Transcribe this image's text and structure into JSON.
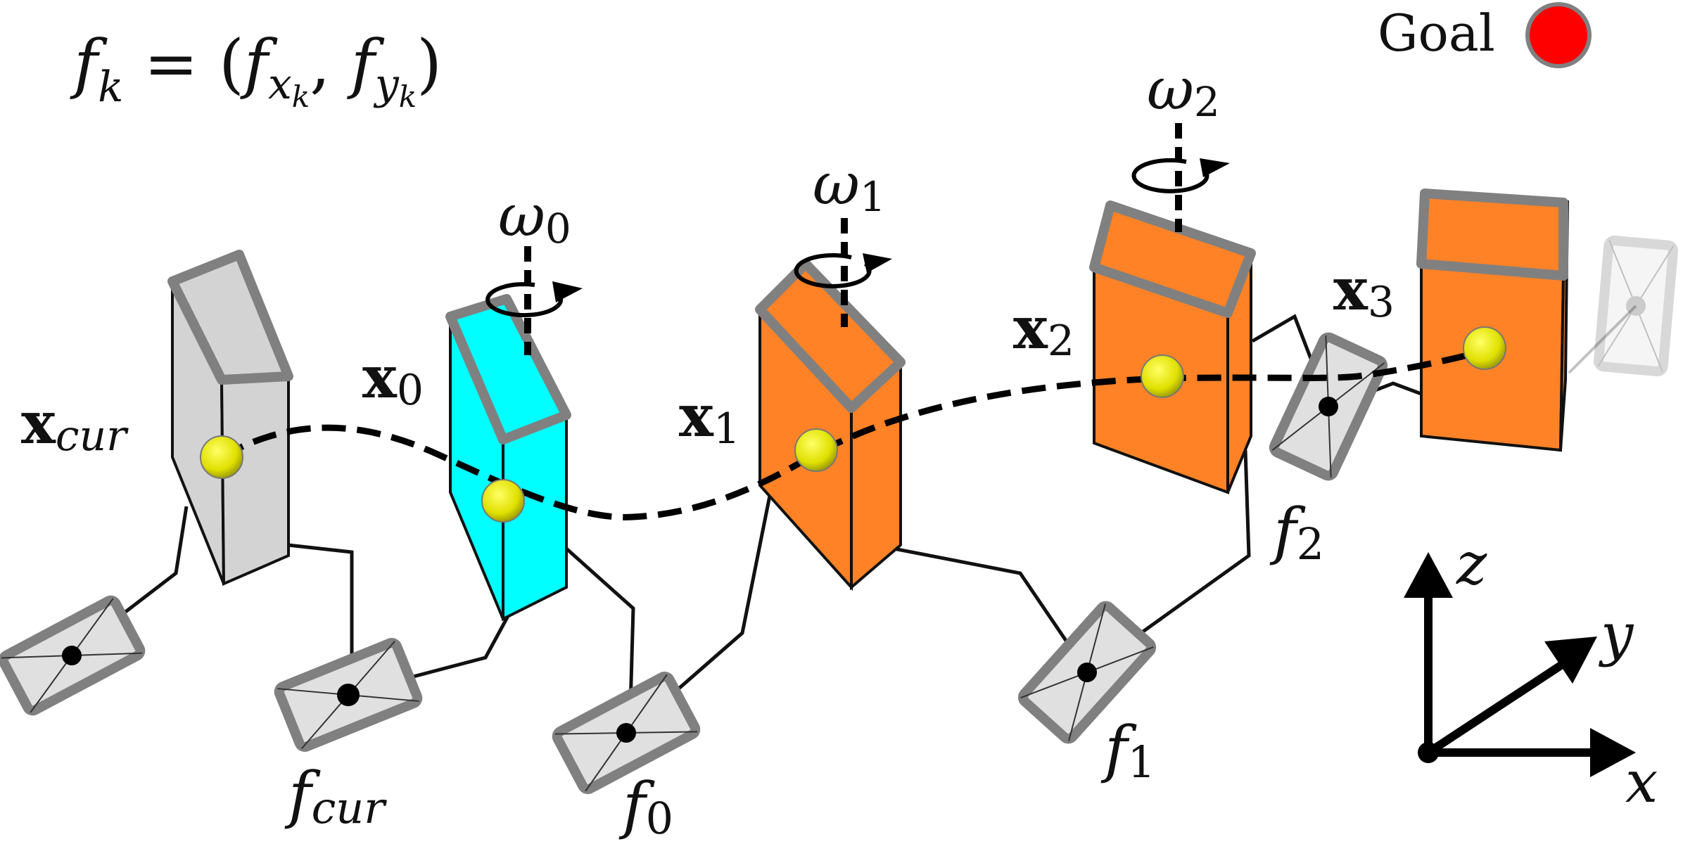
{
  "formula": {
    "lhs": "f",
    "lhs_sub": "k",
    "rhs_open": " = (",
    "fx": "f",
    "fx_sub": "x",
    "fx_subsub": "k",
    "comma": ", ",
    "fy": "f",
    "fy_sub": "y",
    "fy_subsub": "k",
    "rhs_close": ")"
  },
  "legend": {
    "label": "Goal",
    "color": "#ff0000"
  },
  "states": [
    {
      "base": "x",
      "sub": "cur",
      "color": "#d3d3d3"
    },
    {
      "base": "x",
      "sub": "0",
      "color": "#00ffff"
    },
    {
      "base": "x",
      "sub": "1",
      "color": "#ff8226"
    },
    {
      "base": "x",
      "sub": "2",
      "color": "#ff8226"
    },
    {
      "base": "x",
      "sub": "3",
      "color": "#ff8226"
    }
  ],
  "footholds": [
    {
      "base": "f",
      "sub": "cur"
    },
    {
      "base": "f",
      "sub": "0"
    },
    {
      "base": "f",
      "sub": "1"
    },
    {
      "base": "f",
      "sub": "2"
    }
  ],
  "rotations": [
    {
      "base": "ω",
      "sub": "0"
    },
    {
      "base": "ω",
      "sub": "1"
    },
    {
      "base": "ω",
      "sub": "2"
    }
  ],
  "axes": {
    "x": "x",
    "y": "y",
    "z": "z"
  },
  "colors": {
    "body_outline": "#808080",
    "com_sphere": "#e6e600",
    "foot_fill": "#e0e0e0"
  }
}
